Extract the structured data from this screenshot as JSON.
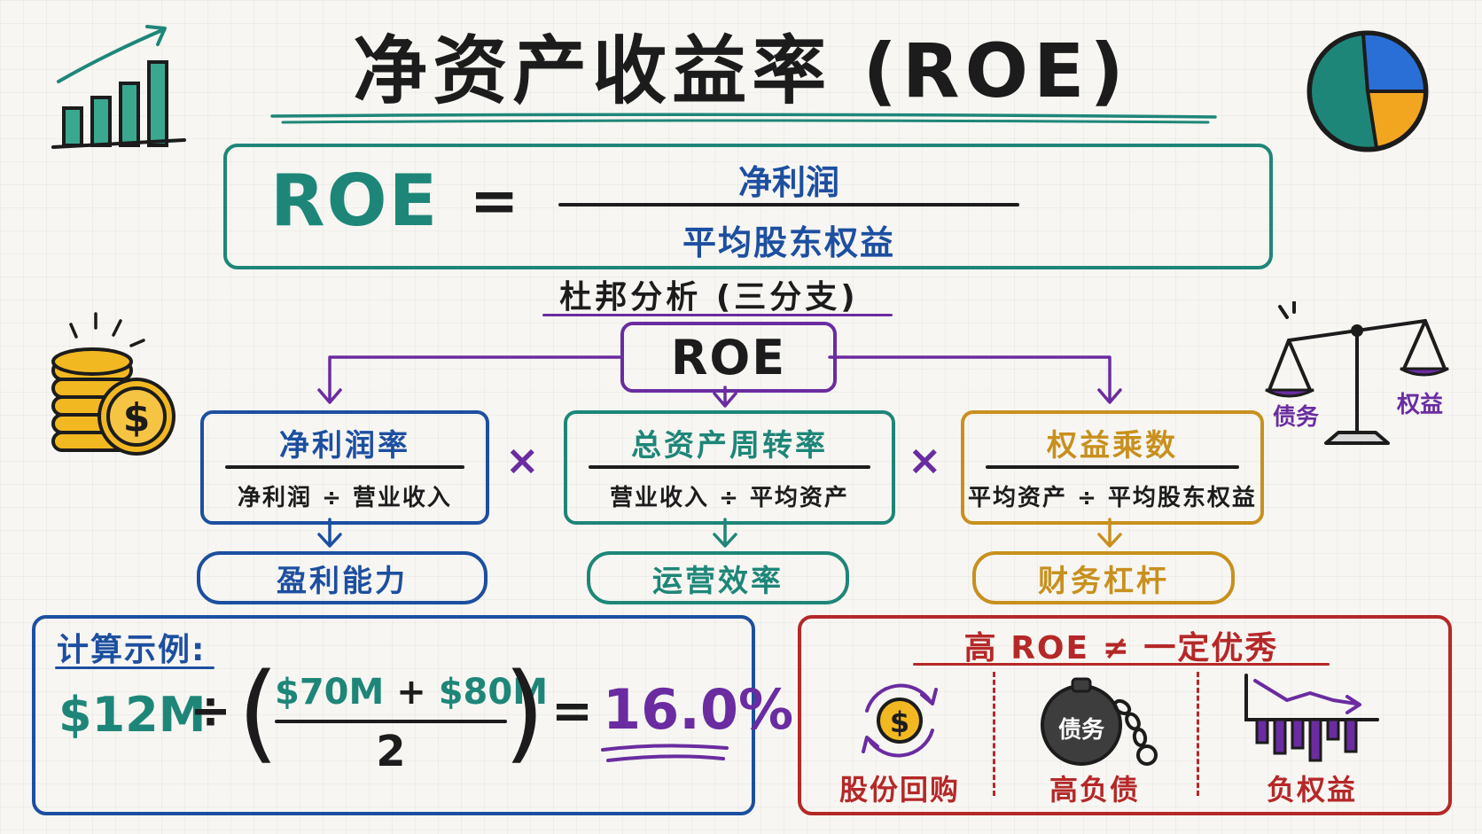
{
  "title": "净资产收益率 (ROE)",
  "formula": {
    "lhs": "ROE",
    "equals": "=",
    "numerator": "净利润",
    "denominator": "平均股东权益"
  },
  "dupont": {
    "label": "杜邦分析 (三分支)",
    "root": "ROE",
    "times_symbol": "×",
    "factors": [
      {
        "title": "净利润率",
        "formula": "净利润 ÷ 营业收入",
        "result": "盈利能力"
      },
      {
        "title": "总资产周转率",
        "formula": "营业收入 ÷ 平均资产",
        "result": "运营效率"
      },
      {
        "title": "权益乘数",
        "formula": "平均资产 ÷ 平均股东权益",
        "result": "财务杠杆"
      }
    ]
  },
  "example": {
    "title": "计算示例:",
    "net_income": "$12M",
    "divide": "÷",
    "lparen": "(",
    "rparen": ")",
    "equity_start": "$70M",
    "plus": "+",
    "equity_end": "$80M",
    "divisor": "2",
    "equals": "=",
    "result": "16.0%"
  },
  "warning": {
    "title": "高 ROE ≠ 一定优秀",
    "items": [
      {
        "label": "股份回购",
        "icon": "buyback-cycle-icon"
      },
      {
        "label": "高负债",
        "icon": "debt-ball-chain-icon",
        "badge": "债务"
      },
      {
        "label": "负权益",
        "icon": "negative-equity-chart-icon"
      }
    ]
  },
  "scale": {
    "left_label": "债务",
    "right_label": "权益"
  },
  "colors": {
    "teal": "#1e8679",
    "blue": "#1d4fa0",
    "purple": "#6a2ca0",
    "gold": "#c8901e",
    "red": "#b52828",
    "coin": "#f2b822"
  }
}
